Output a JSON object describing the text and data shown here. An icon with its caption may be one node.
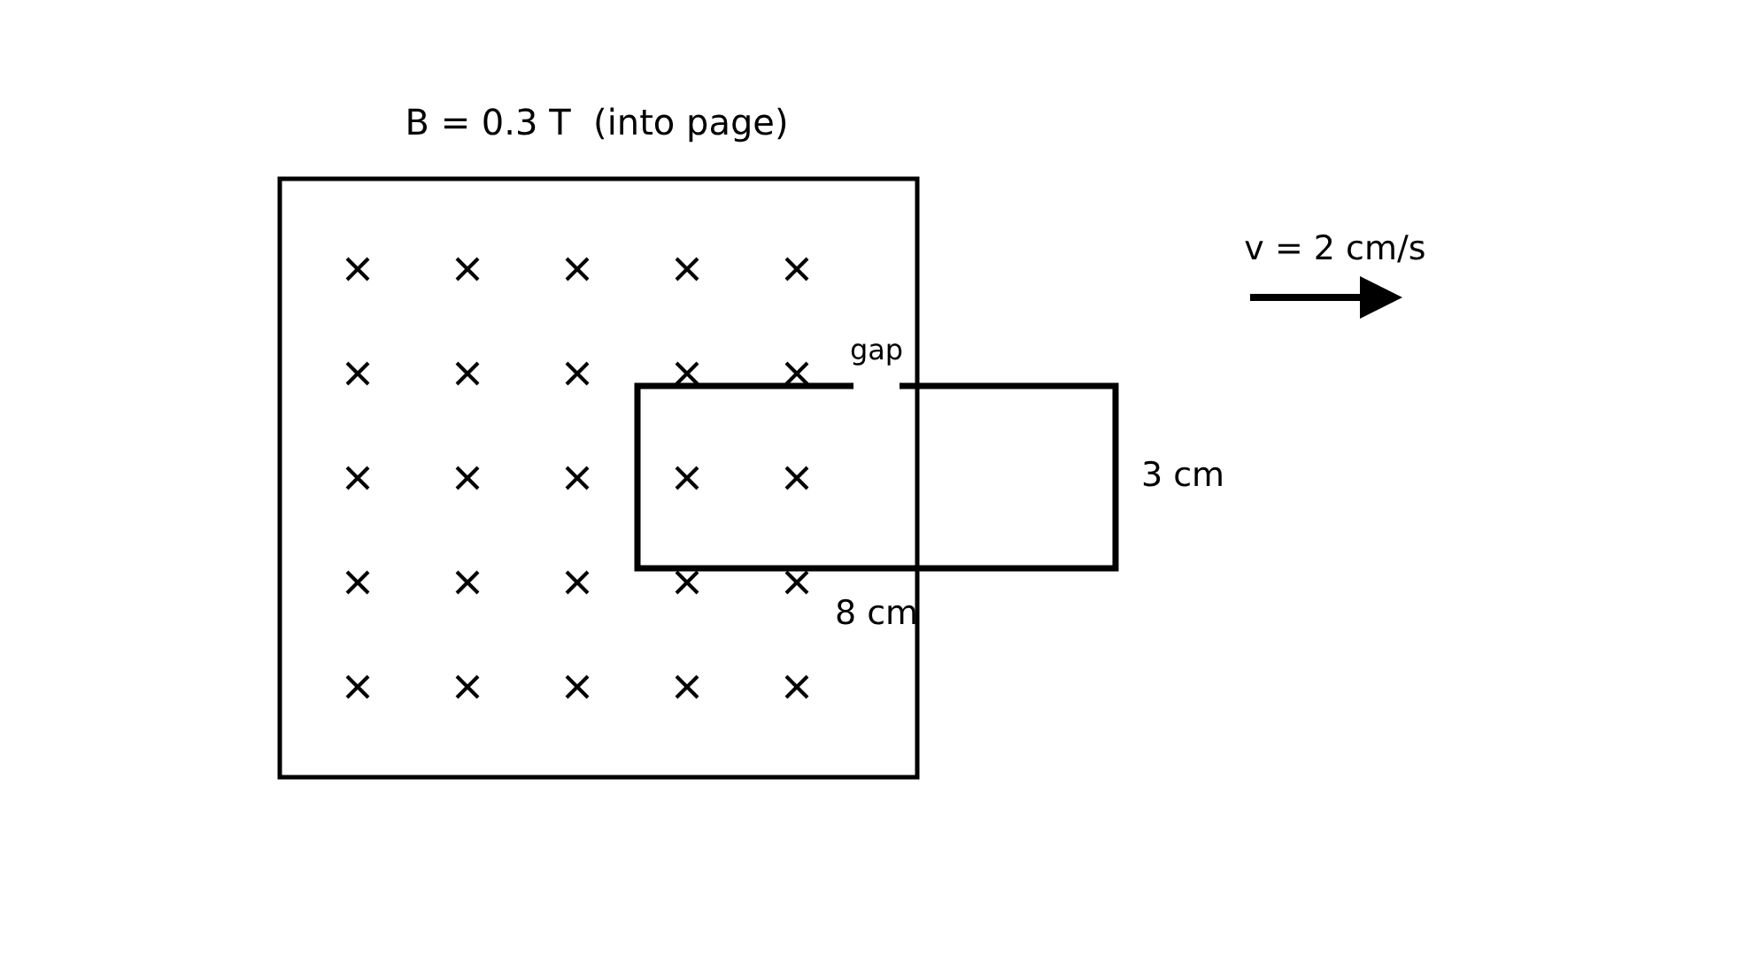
{
  "diagram": {
    "nodes": [
      {
        "text": [],
        "shape": "box"
      },
      {
        "text": [],
        "shape": "box"
      }
    ],
    "labels": [
      "B = 0.3 T  (into page)",
      "v = 2 cm/s",
      "gap",
      "3 cm",
      "8 cm"
    ]
  }
}
